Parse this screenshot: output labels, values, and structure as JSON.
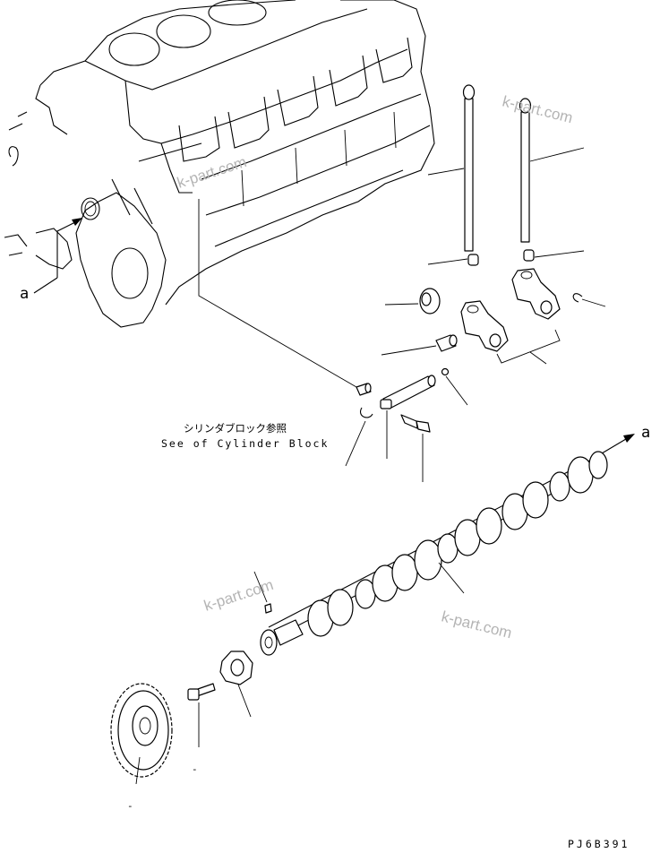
{
  "callouts": {
    "arrow_a_left": "a",
    "arrow_a_right": "a",
    "ref_jp": "シリンダブロック参照",
    "ref_en": "See of Cylinder Block",
    "dash_1": "-",
    "dash_2": "-"
  },
  "watermarks": [
    "k-part.com",
    "k-part.com",
    "k-part.com",
    "k-part.com"
  ],
  "drawing_id": "PJ6B391",
  "icons": [
    "arrow-a-left-icon",
    "arrow-a-right-icon"
  ]
}
